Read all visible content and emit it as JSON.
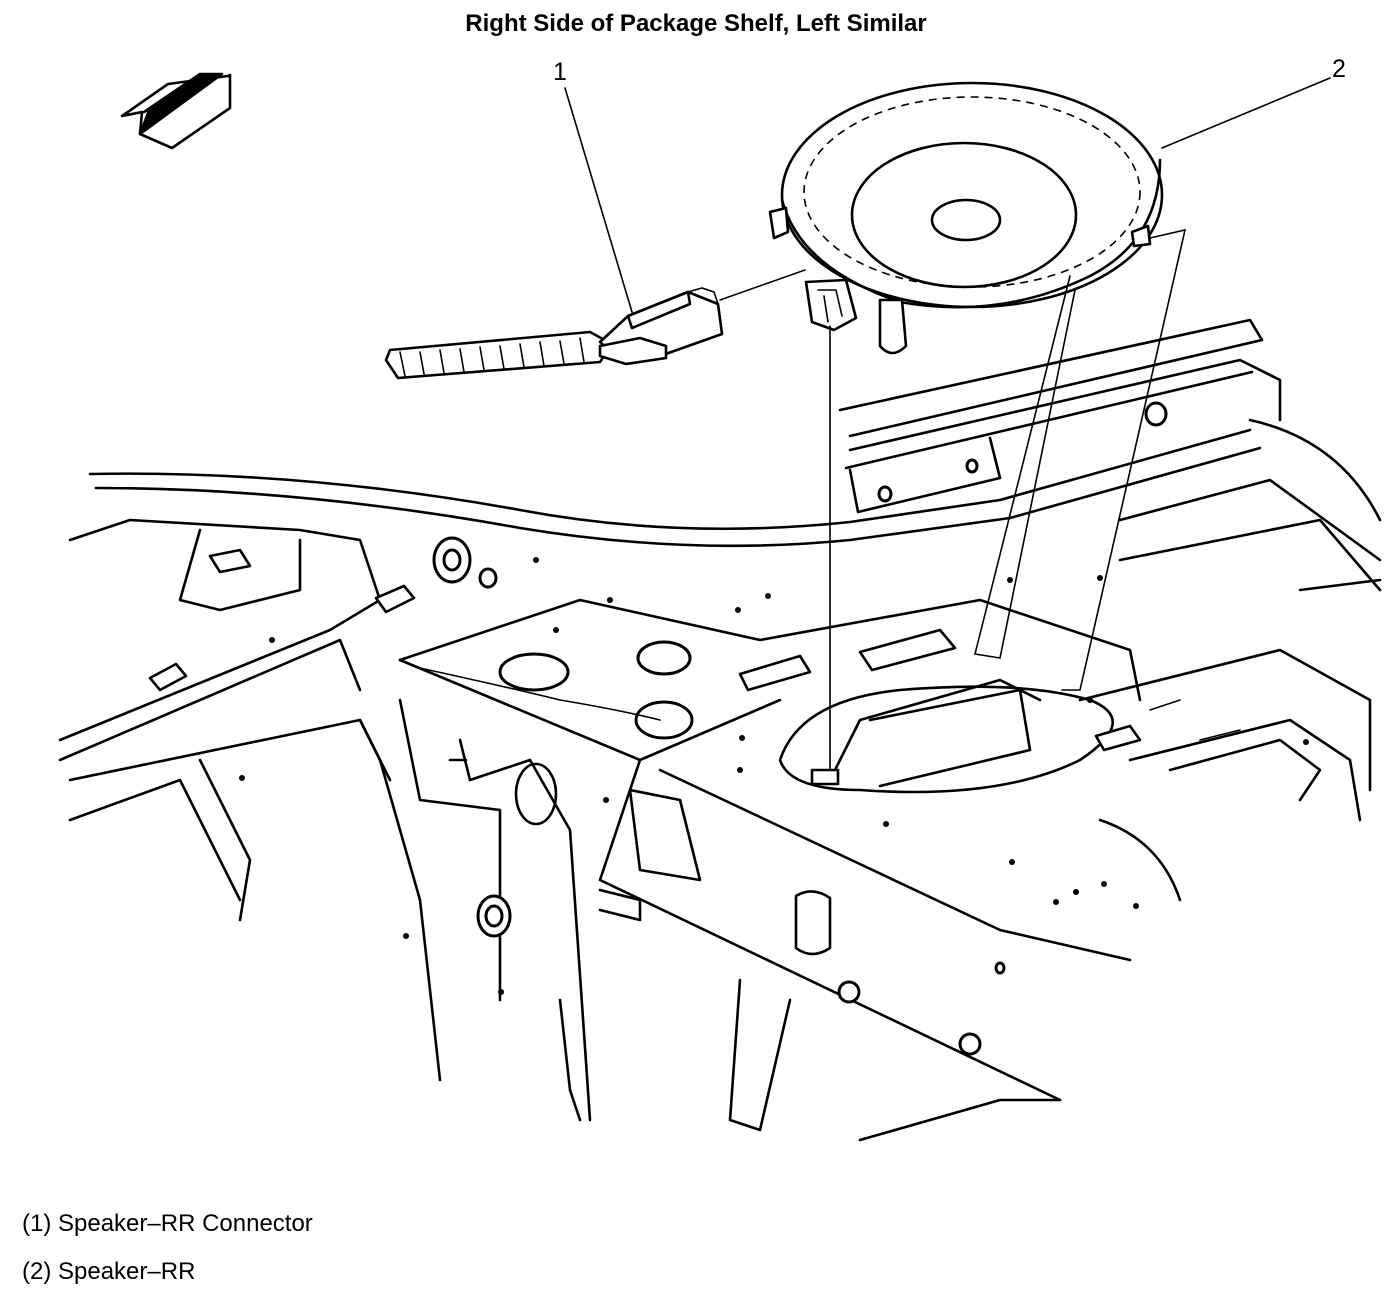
{
  "title": "Right Side of Package Shelf, Left Similar",
  "callouts": [
    {
      "number": "1"
    },
    {
      "number": "2"
    }
  ],
  "legend": [
    {
      "text": "(1) Speaker–RR Connector"
    },
    {
      "text": "(2) Speaker–RR"
    }
  ]
}
